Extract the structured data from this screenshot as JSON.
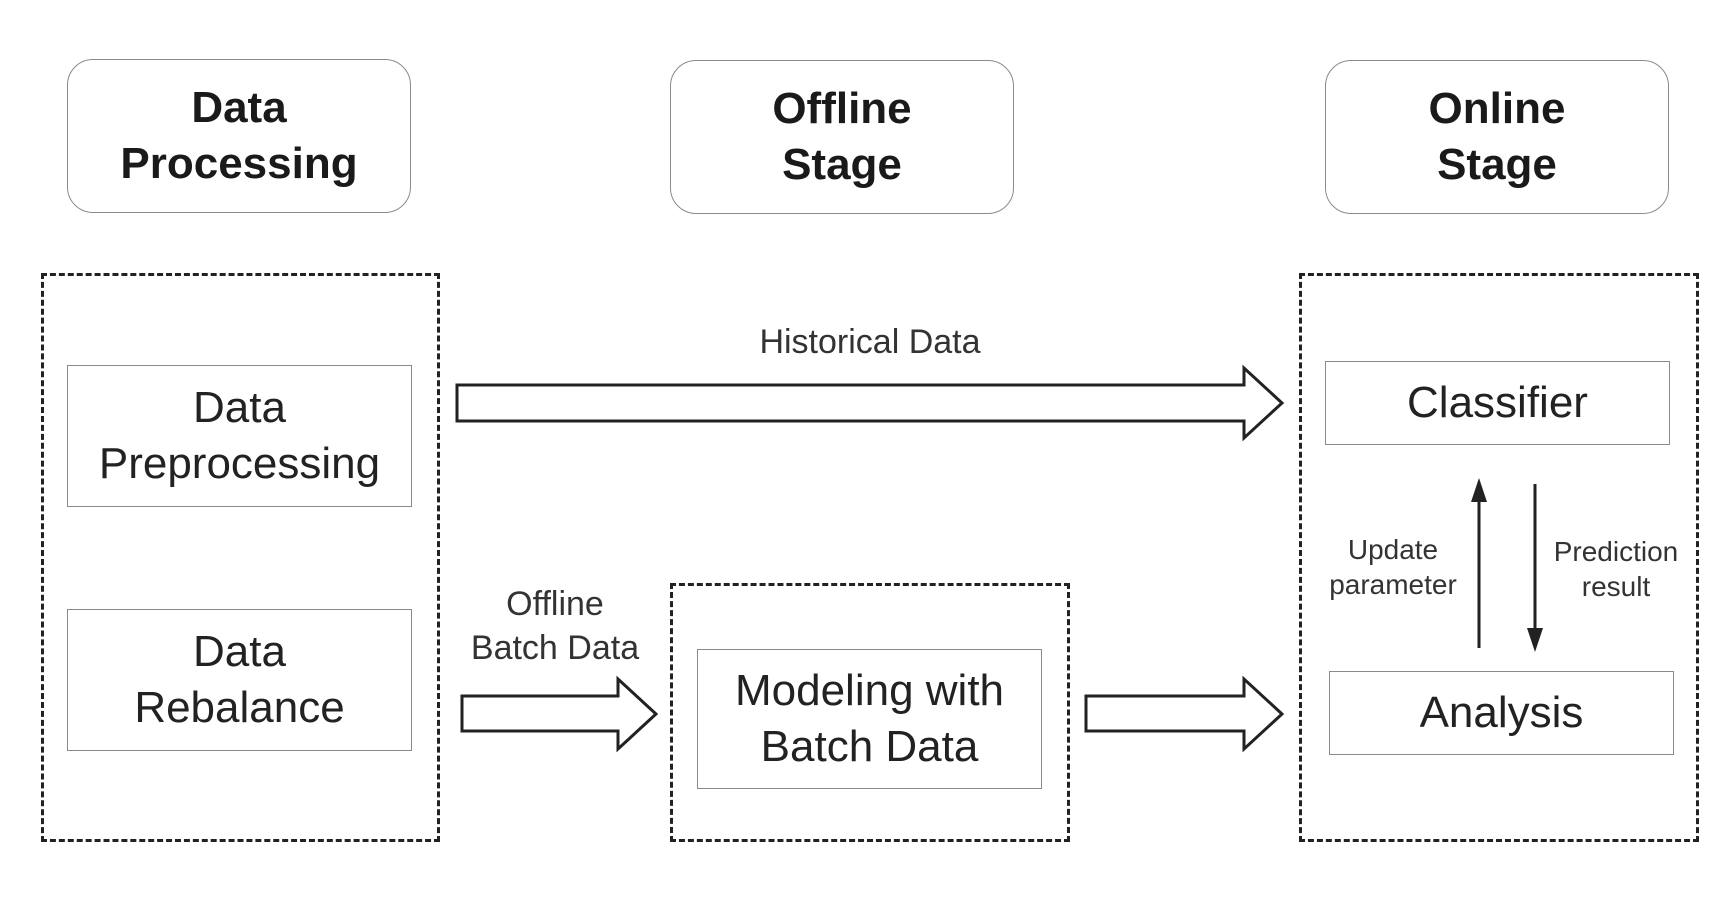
{
  "headings": {
    "data_processing": "Data Processing",
    "offline_stage": "Offline Stage",
    "online_stage": "Online Stage"
  },
  "nodes": {
    "data_preprocessing": "Data Preprocessing",
    "data_rebalance": "Data Rebalance",
    "modeling_with_batch_data": "Modeling with Batch Data",
    "classifier": "Classifier",
    "analysis": "Analysis"
  },
  "edges": {
    "historical_data": "Historical Data",
    "offline_batch_data": "Offline Batch Data",
    "update_parameter": "Update parameter",
    "prediction_result": "Prediction result"
  },
  "colors": {
    "stroke": "#222222",
    "node_border": "#8a8a8a",
    "background": "#ffffff"
  }
}
